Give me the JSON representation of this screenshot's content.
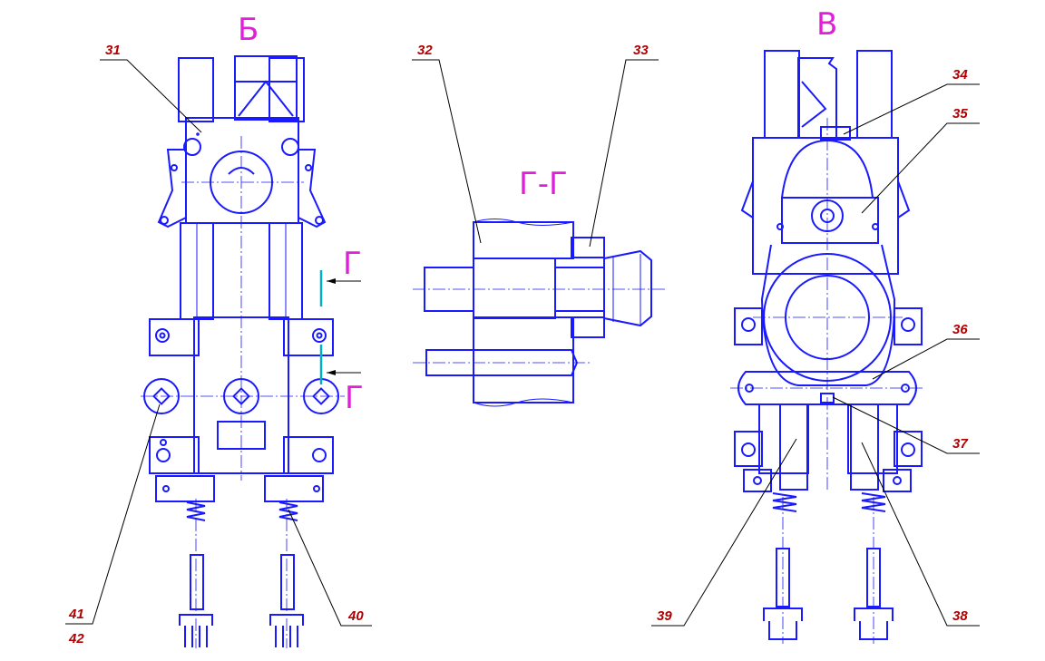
{
  "title": "",
  "views": {
    "b": "Б",
    "v": "В",
    "section": "Г-Г",
    "cut_top": "Г",
    "cut_bottom": "Г"
  },
  "positions": {
    "p31": "31",
    "p32": "32",
    "p33": "33",
    "p34": "34",
    "p35": "35",
    "p36": "36",
    "p37": "37",
    "p38": "38",
    "p39": "39",
    "p40": "40",
    "p41": "41",
    "p42": "42"
  },
  "colors": {
    "line": "#1a1aff",
    "label": "#b00000",
    "view_label": "#e020d8",
    "cut_line": "#00b0c8"
  }
}
